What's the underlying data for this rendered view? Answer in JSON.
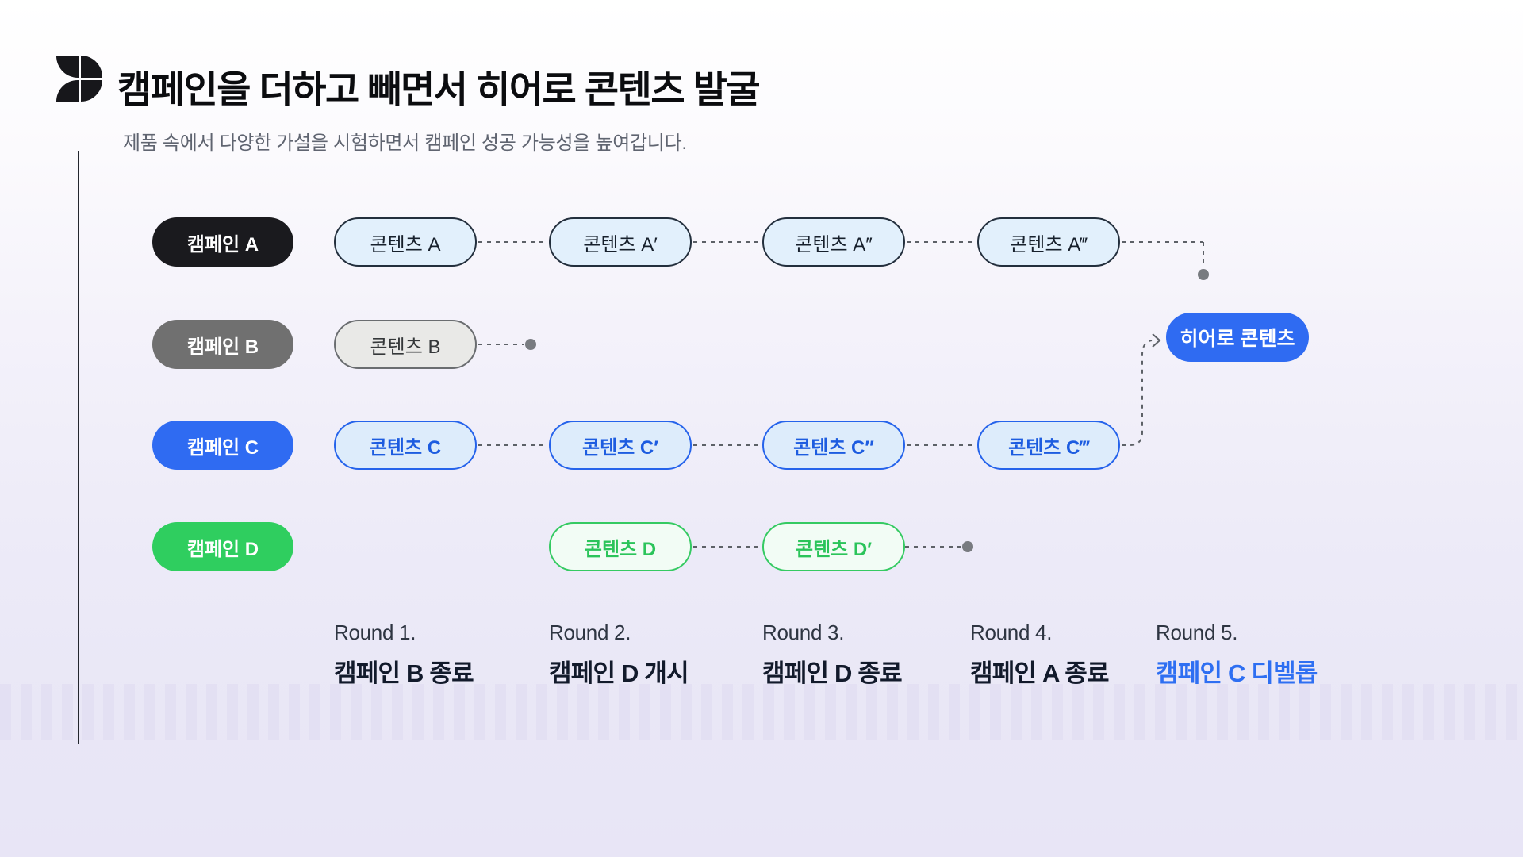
{
  "header": {
    "logo": "pinwheel-logo",
    "title": "캠페인을 더하고 빼면서 히어로 콘텐츠 발굴",
    "subtitle": "제품 속에서 다양한 가설을 시험하면서 캠페인 성공 가능성을 높여갑니다."
  },
  "campaigns": [
    {
      "label": "캠페인 A",
      "color": "#1a1a1e"
    },
    {
      "label": "캠페인 B",
      "color": "#707070"
    },
    {
      "label": "캠페인 C",
      "color": "#2f6bf2"
    },
    {
      "label": "캠페인 D",
      "color": "#2fce5f"
    }
  ],
  "content_pills": [
    {
      "row": "A",
      "col": 1,
      "label": "콘텐츠 A"
    },
    {
      "row": "A",
      "col": 2,
      "label": "콘텐츠 A′"
    },
    {
      "row": "A",
      "col": 3,
      "label": "콘텐츠 A″"
    },
    {
      "row": "A",
      "col": 4,
      "label": "콘텐츠 A‴"
    },
    {
      "row": "B",
      "col": 1,
      "label": "콘텐츠 B"
    },
    {
      "row": "C",
      "col": 1,
      "label": "콘텐츠 C"
    },
    {
      "row": "C",
      "col": 2,
      "label": "콘텐츠 C′"
    },
    {
      "row": "C",
      "col": 3,
      "label": "콘텐츠 C″"
    },
    {
      "row": "C",
      "col": 4,
      "label": "콘텐츠 C‴"
    },
    {
      "row": "D",
      "col": 2,
      "label": "콘텐츠 D"
    },
    {
      "row": "D",
      "col": 3,
      "label": "콘텐츠 D′"
    }
  ],
  "hero": {
    "label": "히어로 콘텐츠",
    "color": "#2f6bf2"
  },
  "rounds": [
    {
      "label": "Round 1.",
      "event": "캠페인 B 종료",
      "highlight": false
    },
    {
      "label": "Round 2.",
      "event": "캠페인 D 개시",
      "highlight": false
    },
    {
      "label": "Round 3.",
      "event": "캠페인 D 종료",
      "highlight": false
    },
    {
      "label": "Round 4.",
      "event": "캠페인 A 종료",
      "highlight": false
    },
    {
      "label": "Round 5.",
      "event": "캠페인 C 디벨롭",
      "highlight": true
    }
  ],
  "colors": {
    "background_top": "#ffffff",
    "background_bottom": "#e8e5f6",
    "campaign_a": "#1a1a1e",
    "campaign_b": "#707070",
    "campaign_c": "#2f6bf2",
    "campaign_d": "#2fce5f",
    "content_a_fill": "#e2f0fc",
    "content_a_border": "#232f3d",
    "content_b_fill": "#e9e9e7",
    "content_b_border": "#6a6d70",
    "content_c_fill": "#ddecfb",
    "content_c_border": "#2563eb",
    "content_d_fill": "#f2fcf5",
    "content_d_border": "#35ca62",
    "hero_fill": "#2f6bf2",
    "connector": "#5d6167",
    "endpoint_dot": "#787b80",
    "round_highlight": "#2e6ff2"
  }
}
